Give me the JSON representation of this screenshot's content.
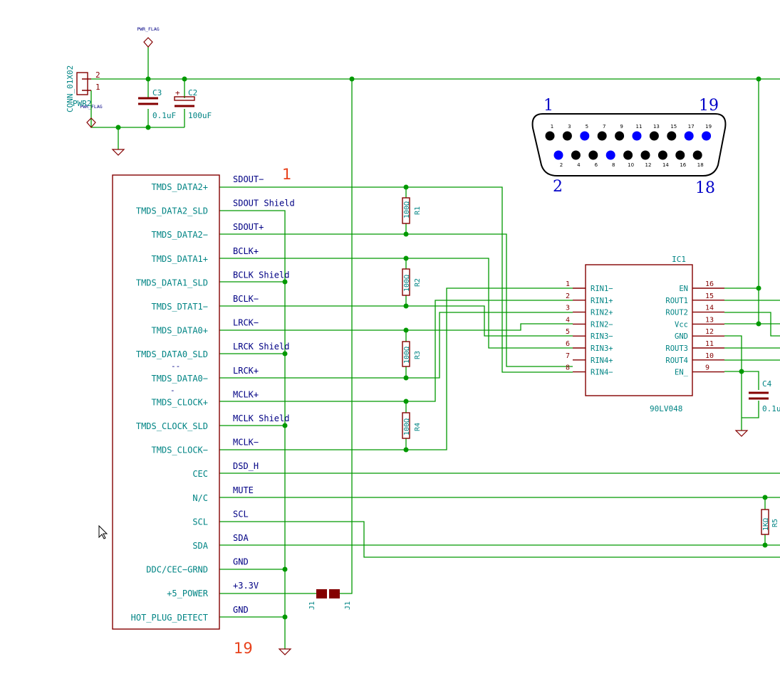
{
  "colors": {
    "wire": "#009900",
    "body": "#840000",
    "pin": "#840000",
    "pin_name": "#008484",
    "net_label": "#000084",
    "ref": "#008484",
    "annot_red": "#e8421c",
    "annot_blue": "#0000c8",
    "pin_blue": "#0000ff"
  },
  "power": {
    "pwr_flag": "PWR_FLAG",
    "pwr_flag2": "PWR_FLAG"
  },
  "conn_pwr": {
    "ref": "CONN_01X02",
    "value": "PWR2",
    "pin2": "2",
    "pin1": "1"
  },
  "caps": {
    "c3_ref": "C3",
    "c3_val": "0.1uF",
    "c2_ref": "C2",
    "c2_val": "100uF",
    "c2_plus": "+",
    "c4_ref": "C4",
    "c4_val": "0.1u"
  },
  "db15": {
    "pin_top_left": "1",
    "pin_top_right": "19",
    "pin_bottom_left": "2",
    "pin_bottom_right": "18",
    "top_numbers": [
      "1",
      "3",
      "5",
      "7",
      "9",
      "11",
      "13",
      "15",
      "17",
      "19"
    ],
    "bottom_numbers": [
      "2",
      "4",
      "6",
      "8",
      "10",
      "12",
      "14",
      "16",
      "18"
    ],
    "top_blue": [
      false,
      false,
      true,
      false,
      false,
      true,
      false,
      false,
      true,
      true
    ],
    "bottom_blue": [
      true,
      false,
      false,
      true,
      false,
      false,
      false,
      false,
      false
    ]
  },
  "hdmi": {
    "pins": [
      "TMDS_DATA2+",
      "TMDS_DATA2_SLD",
      "TMDS_DATA2−",
      "TMDS_DATA1+",
      "TMDS_DATA1_SLD",
      "TMDS_DTAT1−",
      "TMDS_DATA0+",
      "TMDS_DATA0_SLD",
      "TMDS_DATA0−",
      "TMDS_CLOCK+",
      "TMDS_CLOCK_SLD",
      "TMDS_CLOCK−",
      "CEC",
      "N/C",
      "SCL",
      "SDA",
      "DDC/CEC−GRND",
      "+5_POWER",
      "HOT_PLUG_DETECT"
    ],
    "nets": [
      "SDOUT−",
      "SDOUT Shield",
      "SDOUT+",
      "BCLK+",
      "BCLK Shield",
      "BCLK−",
      "LRCK−",
      "LRCK Shield",
      "LRCK+",
      "MCLK+",
      "MCLK Shield",
      "MCLK−",
      "DSD_H",
      "MUTE",
      "SCL",
      "SDA",
      "GND",
      "+3.3V",
      "GND"
    ],
    "annot_top": "1",
    "annot_bottom": "19"
  },
  "resistors": {
    "r1": {
      "ref": "R1",
      "value": "100Ω"
    },
    "r2": {
      "ref": "R2",
      "value": "100Ω"
    },
    "r3": {
      "ref": "R3",
      "value": "100Ω"
    },
    "r4": {
      "ref": "R4",
      "value": "100Ω"
    },
    "r5": {
      "ref": "R5",
      "value": "1KΩ"
    }
  },
  "jumper": {
    "ref_a": "J1",
    "ref_b": "J1"
  },
  "ic1": {
    "ref": "IC1",
    "value": "90LV048",
    "left_pins": [
      {
        "num": "1",
        "name": "RIN1−"
      },
      {
        "num": "2",
        "name": "RIN1+"
      },
      {
        "num": "3",
        "name": "RIN2+"
      },
      {
        "num": "4",
        "name": "RIN2−"
      },
      {
        "num": "5",
        "name": "RIN3−"
      },
      {
        "num": "6",
        "name": "RIN3+"
      },
      {
        "num": "7",
        "name": "RIN4+"
      },
      {
        "num": "8",
        "name": "RIN4−"
      }
    ],
    "right_pins": [
      {
        "num": "16",
        "name": "EN"
      },
      {
        "num": "15",
        "name": "ROUT1"
      },
      {
        "num": "14",
        "name": "ROUT2"
      },
      {
        "num": "13",
        "name": "Vcc"
      },
      {
        "num": "12",
        "name": "GND"
      },
      {
        "num": "11",
        "name": "ROUT3"
      },
      {
        "num": "10",
        "name": "ROUT4"
      },
      {
        "num": "9",
        "name": "EN_"
      }
    ]
  }
}
